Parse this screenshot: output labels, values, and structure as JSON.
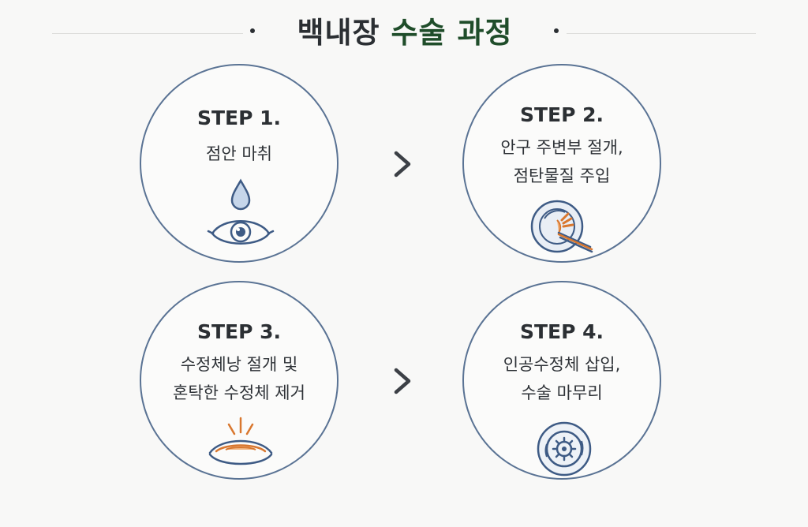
{
  "title": {
    "part1": "백내장",
    "part2": "수술 과정"
  },
  "steps": [
    {
      "label": "STEP 1.",
      "lines": [
        "점안 마취"
      ],
      "icon": "eye-drop-icon"
    },
    {
      "label": "STEP 2.",
      "lines": [
        "안구 주변부 절개,",
        "점탄물질 주입"
      ],
      "icon": "eye-incision-icon"
    },
    {
      "label": "STEP 3.",
      "lines": [
        "수정체낭 절개 및",
        "혼탁한 수정체 제거"
      ],
      "icon": "eye-lens-removal-icon"
    },
    {
      "label": "STEP 4.",
      "lines": [
        "인공수정체 삽입,",
        "수술 마무리"
      ],
      "icon": "artificial-lens-icon"
    }
  ],
  "colors": {
    "title_accent": "#1f4d2a",
    "circle_border": "#5a7394",
    "icon_blue": "#3e5b85",
    "icon_orange": "#d9772e"
  }
}
